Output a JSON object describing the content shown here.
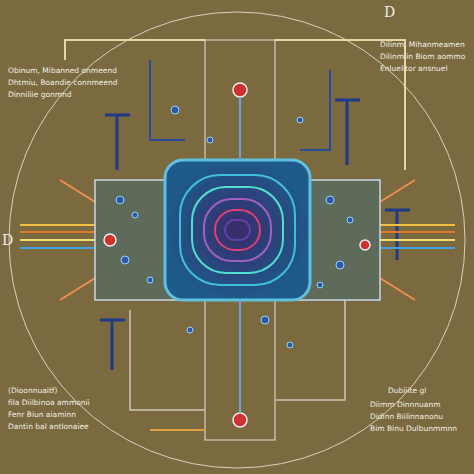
{
  "diagram": {
    "labels": [
      "Obinum, Mibanned onmeend",
      "Dhtmiu, Boandie connmeend",
      "Dinniliie gonmnd",
      "D",
      "Dilinm, Mihanmeamen",
      "Dilinmlin Biom aommo",
      "Enluelitor ansnuel",
      "D",
      "(Dioonnuaitf)",
      "fila Diilbinoa ammonii",
      "Fenr Biun aiaminn",
      "Dantin bal antlonaiee",
      "Dubiiite gl",
      "Diimm Dinnnuanm",
      "Didinn Biilinnanonu",
      "Bim Binu Dulbunmmnn"
    ]
  }
}
